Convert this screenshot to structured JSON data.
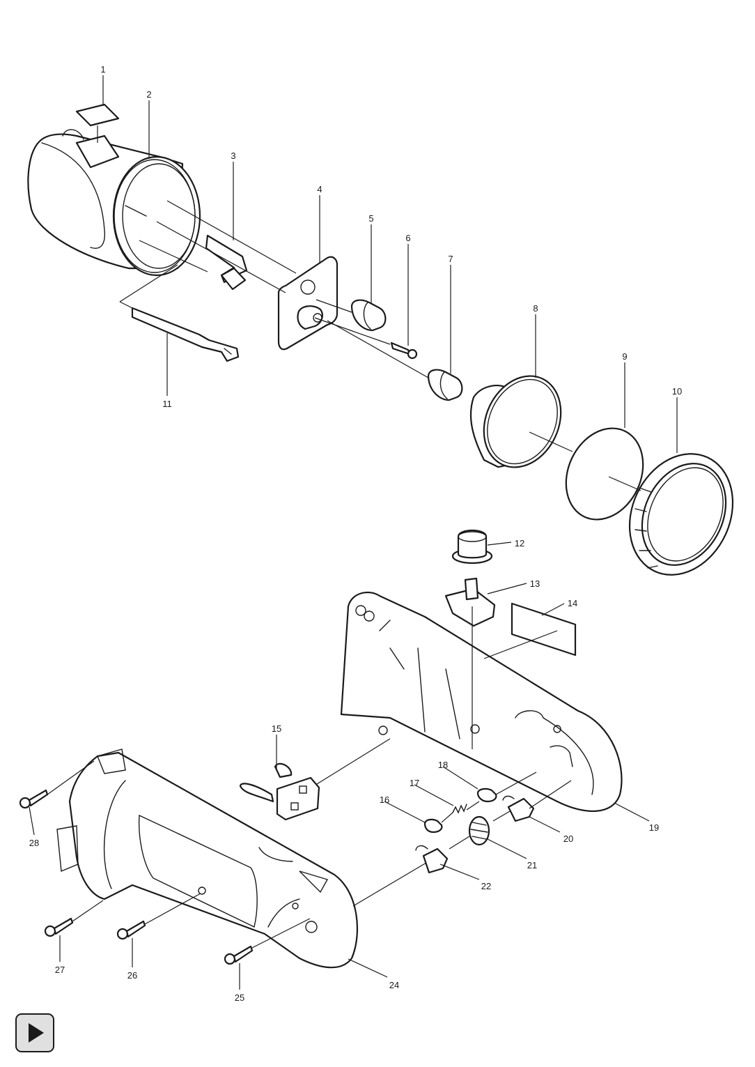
{
  "parts": {
    "p1": "1",
    "p2": "2",
    "p3": "3",
    "p4": "4",
    "p5": "5",
    "p6": "6",
    "p7": "7",
    "p8": "8",
    "p9": "9",
    "p10": "10",
    "p11": "11",
    "p12": "12",
    "p13": "13",
    "p14": "14",
    "p15": "15",
    "p16": "16",
    "p17": "17",
    "p18": "18",
    "p19": "19",
    "p20": "20",
    "p21": "21",
    "p22": "22",
    "p24": "24",
    "p25": "25",
    "p26": "26",
    "p27": "27",
    "p28": "28"
  },
  "controls": {
    "next_icon": "play-icon"
  }
}
